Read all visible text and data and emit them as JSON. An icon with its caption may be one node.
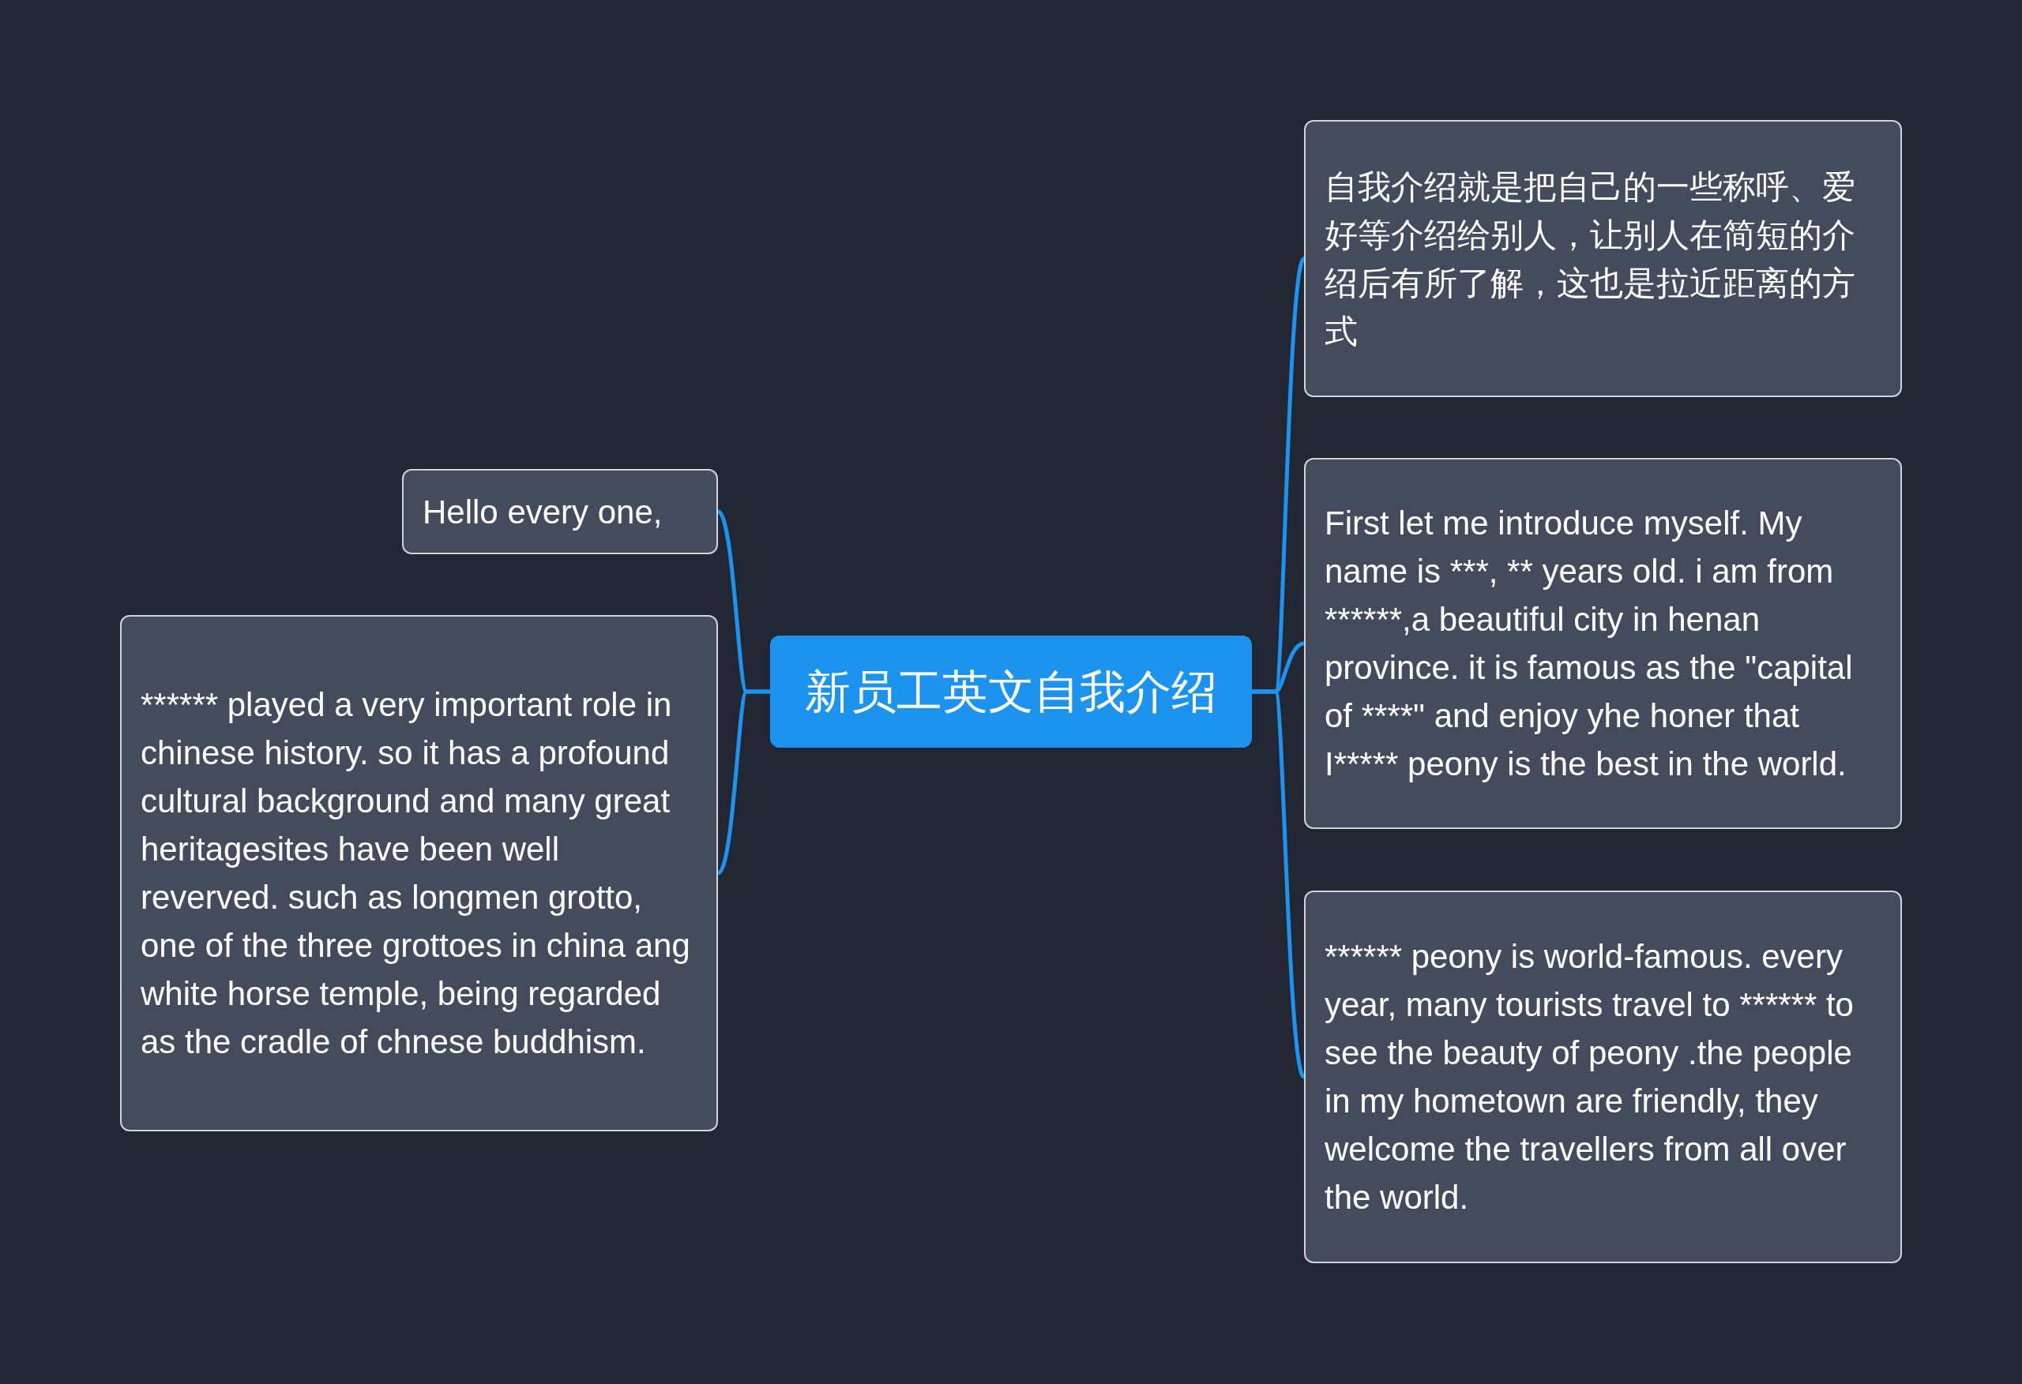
{
  "diagram": {
    "nodes": [
      {
        "text": [
          "新员工英文自我介绍"
        ]
      },
      {
        "text": [
          "Hello every one,"
        ]
      },
      {
        "text": [
          "****** played a very important role in chinese history. so it has a profound cultural background  and many great heritagesites have been well reverved. such as longmen grotto, one of the three grottoes in china ang white horse temple, being regarded as the cradle of chnese buddhism."
        ]
      },
      {
        "text": [
          "自我介绍就是把自己的一些称呼、爱好等介绍给别人，让别人在简短的介绍后有所了解，这也是拉近距离的方式"
        ]
      },
      {
        "text": [
          "First let me introduce myself. My name is ***, ** years old. i am from ******,a beautiful city in henan province. it is famous as the \"capital of ****\" and enjoy yhe honer that I***** peony is the best in the world."
        ]
      },
      {
        "text": [
          "****** peony is world-famous. every year, many tourists travel to ****** to see the beauty of peony .the people in my hometown are friendly, they welcome the travellers from all over the world."
        ]
      }
    ],
    "edges": [
      {
        "from": 0,
        "to": 1,
        "arrow": "none"
      },
      {
        "from": 0,
        "to": 2,
        "arrow": "none"
      },
      {
        "from": 0,
        "to": 3,
        "arrow": "none"
      },
      {
        "from": 0,
        "to": 4,
        "arrow": "none"
      },
      {
        "from": 0,
        "to": 5,
        "arrow": "none"
      }
    ]
  }
}
